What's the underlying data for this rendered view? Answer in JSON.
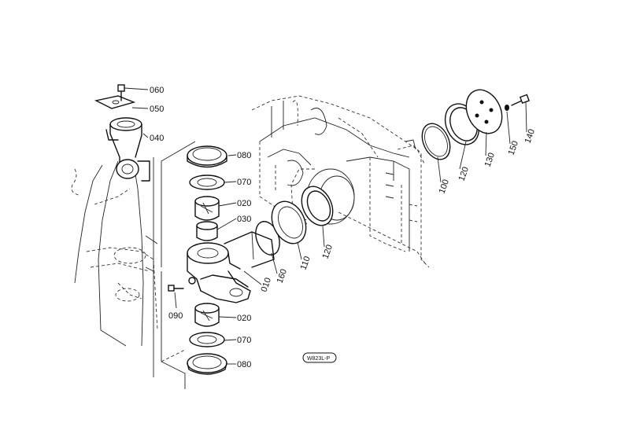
{
  "diagram": {
    "callouts": {
      "p060": "060",
      "p050": "050",
      "p040": "040",
      "p080a": "080",
      "p070a": "070",
      "p020a": "020",
      "p030": "030",
      "p010": "010",
      "p160": "160",
      "p110": "110",
      "p120a": "120",
      "p100": "100",
      "p120b": "120",
      "p130": "130",
      "p150": "150",
      "p140": "140",
      "p090": "090",
      "p020b": "020",
      "p070b": "070",
      "p080b": "080"
    },
    "stamp": "W823L-P"
  }
}
